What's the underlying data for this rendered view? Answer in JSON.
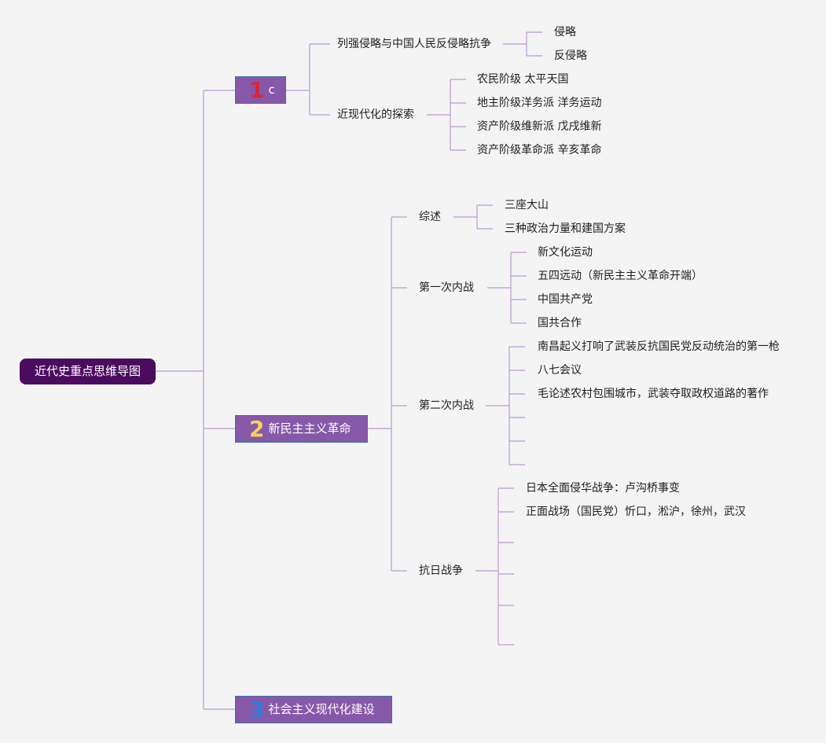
{
  "root": {
    "label": "近代史重点思维导图"
  },
  "colors": {
    "background": "#f4f4f4",
    "root": "#4b0b5f",
    "section_box": "#8758a8",
    "line": "#b99ad2",
    "num_1": "#d42844",
    "num_2": "#f3d35d",
    "num_3": "#2b7ddc"
  },
  "sections": [
    {
      "number": "1",
      "label": "c",
      "children": [
        {
          "label": "列强侵略与中国人民反侵略抗争",
          "children": [
            "侵略",
            "反侵略"
          ]
        },
        {
          "label": "近现代化的探索",
          "children": [
            "农民阶级 太平天国",
            "地主阶级洋务派 洋务运动",
            "资产阶级维新派 戊戌维新",
            "资产阶级革命派 辛亥革命"
          ]
        }
      ]
    },
    {
      "number": "2",
      "label": "新民主主义革命",
      "children": [
        {
          "label": "综述",
          "children": [
            "三座大山",
            "三种政治力量和建国方案"
          ]
        },
        {
          "label": "第一次内战",
          "children": [
            "新文化运动",
            "五四远动（新民主主义革命开端）",
            "中国共产党",
            "国共合作"
          ]
        },
        {
          "label": "第二次内战",
          "children": [
            "南昌起义打响了武装反抗国民党反动统治的第一枪",
            "八七会议",
            "毛论述农村包围城市，武装夺取政权道路的著作",
            "",
            "",
            "",
            ""
          ]
        },
        {
          "label": "抗日战争",
          "children": [
            "日本全面侵华战争：卢沟桥事变",
            "正面战场（国民党）忻口，淞沪，徐州，武汉",
            "",
            "",
            "",
            "",
            ""
          ]
        }
      ]
    },
    {
      "number": "3",
      "label": "社会主义现代化建设",
      "children": []
    }
  ]
}
